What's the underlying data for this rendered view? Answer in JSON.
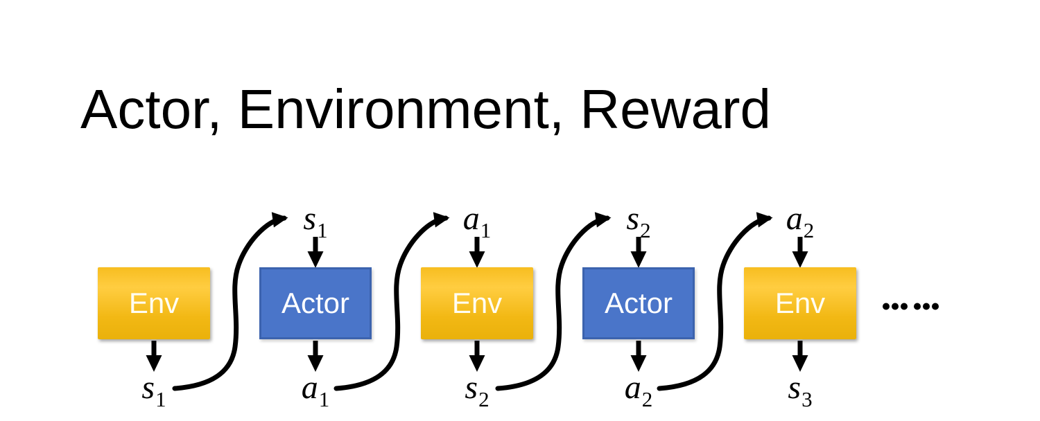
{
  "slide": {
    "title": "Actor, Environment, Reward"
  },
  "colors": {
    "background": "#FFFFFF",
    "title_text": "#000000",
    "env_gradient_top": "#FFC82E",
    "env_gradient_bottom": "#EAB10B",
    "actor_fill": "#4A75C9",
    "actor_border": "#3C63AE",
    "box_text": "#FFFFFF",
    "arrows_and_labels": "#000000"
  },
  "diagram": {
    "boxes": [
      {
        "label": "Env",
        "top_label": null,
        "bottom_label": {
          "base": "s",
          "sub": "1"
        }
      },
      {
        "label": "Actor",
        "top_label": {
          "base": "s",
          "sub": "1"
        },
        "bottom_label": {
          "base": "a",
          "sub": "1"
        }
      },
      {
        "label": "Env",
        "top_label": {
          "base": "a",
          "sub": "1"
        },
        "bottom_label": {
          "base": "s",
          "sub": "2"
        }
      },
      {
        "label": "Actor",
        "top_label": {
          "base": "s",
          "sub": "2"
        },
        "bottom_label": {
          "base": "a",
          "sub": "2"
        }
      },
      {
        "label": "Env",
        "top_label": {
          "base": "a",
          "sub": "2"
        },
        "bottom_label": {
          "base": "s",
          "sub": "3"
        }
      }
    ],
    "ellipsis": "……"
  }
}
